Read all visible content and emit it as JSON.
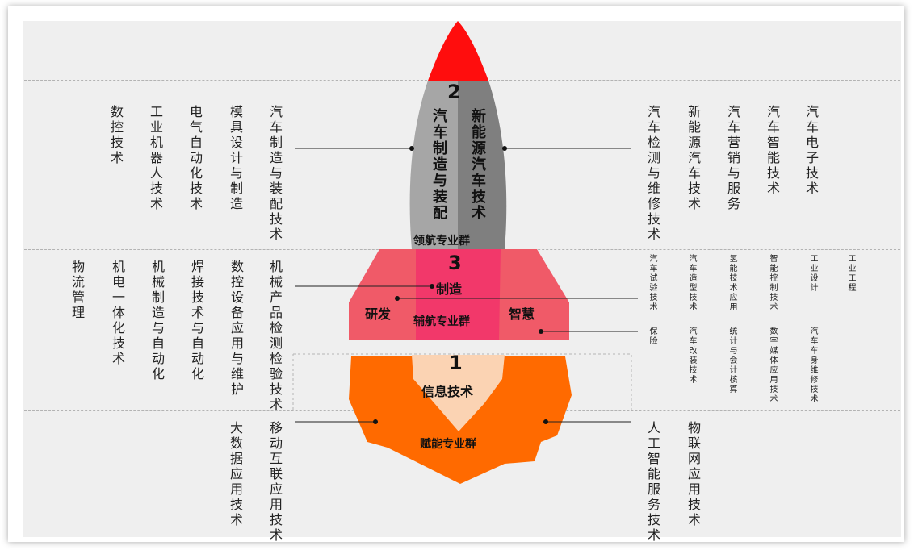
{
  "rocket": {
    "tier2": {
      "number": "2",
      "left_label": "汽车制造与装配",
      "right_label": "新能源汽车技术",
      "group_name": "领航专业群"
    },
    "tier3": {
      "number": "3",
      "center_label": "制造",
      "left_label": "研发",
      "right_label": "智慧",
      "group_name": "辅航专业群"
    },
    "tier1": {
      "number": "1",
      "center_label": "信息技术",
      "group_name": "赋能专业群"
    }
  },
  "tier2_left": [
    "数控技术",
    "工业机器人技术",
    "电气自动化技术",
    "模具设计与制造",
    "汽车制造与装配技术"
  ],
  "tier2_right": [
    "汽车检测与维修技术",
    "新能源汽车技术",
    "汽车营销与服务",
    "汽车智能技术",
    "汽车电子技术"
  ],
  "tier3_left": [
    "物流管理",
    "机电一体化技术",
    "机械制造与自动化",
    "焊接技术与自动化",
    "数控设备应用与维护",
    "机械产品检测检验技术"
  ],
  "tier3_right_top": [
    "汽车试验技术",
    "汽车造型技术",
    "氢能技术应用",
    "智能控制技术",
    "工业设计",
    "工业工程"
  ],
  "tier3_right_bottom": [
    "保险",
    "汽车改装技术",
    "统计与会计核算",
    "数字媒体应用技术",
    "汽车车身维修技术"
  ],
  "tier1_left": [
    "大数据应用技术",
    "移动互联应用技术"
  ],
  "tier1_right": [
    "人工智能服务技术",
    "物联网应用技术"
  ],
  "colors": {
    "nose": "#ff0d0d",
    "body_left": "#a6a6a6",
    "body_right": "#7f7f7f",
    "wings": "#f05a68",
    "wing_center": "#f2386a",
    "flame": "#ff6a00",
    "flame_core": "#fbd3b3",
    "background": "#efefef"
  }
}
